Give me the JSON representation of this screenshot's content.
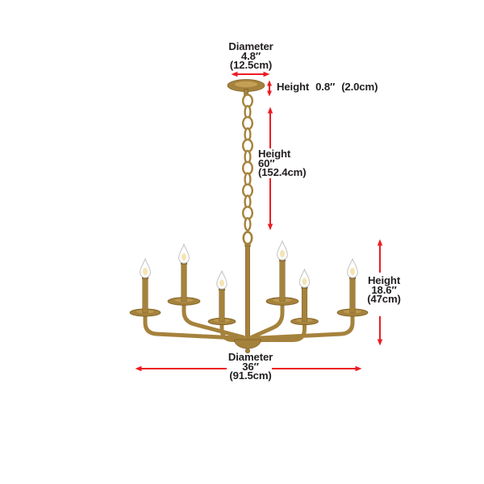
{
  "product": {
    "description": "six-light candle-style brass chandelier dimension diagram"
  },
  "colors": {
    "background": "#ffffff",
    "brass": "#a5823c",
    "brass_dark": "#7d5f26",
    "brass_light": "#cfa95f",
    "red": "#ed1c24",
    "text": "#231f20",
    "bulb_outline": "#c7c7c7",
    "bulb_glow": "#f3dfa5"
  },
  "annotations": {
    "canopy_diameter": {
      "label": "Diameter",
      "inches": "4.8″",
      "metric": "(12.5cm)"
    },
    "canopy_height": {
      "label": "Height",
      "inches": "0.8″",
      "metric": "(2.0cm)"
    },
    "chain_height": {
      "label": "Height",
      "inches": "60″",
      "metric": "(152.4cm)"
    },
    "fixture_height": {
      "label": "Height",
      "inches": "18.6″",
      "metric": "(47cm)"
    },
    "fixture_diameter": {
      "label": "Diameter",
      "inches": "36″",
      "metric": "(91.5cm)"
    }
  }
}
